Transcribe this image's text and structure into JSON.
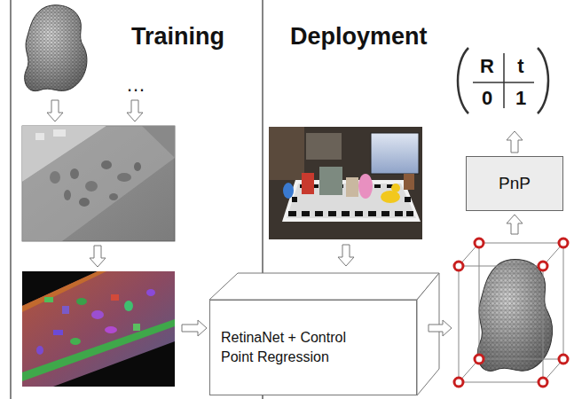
{
  "diagram": {
    "nodes": [
      {
        "text": [
          "RetinaNet + Control Point Regression"
        ]
      },
      {
        "text": [
          "PnP"
        ]
      }
    ],
    "labels": [
      "Training",
      "…",
      "Deployment",
      "R",
      "t",
      "0",
      "1"
    ]
  }
}
